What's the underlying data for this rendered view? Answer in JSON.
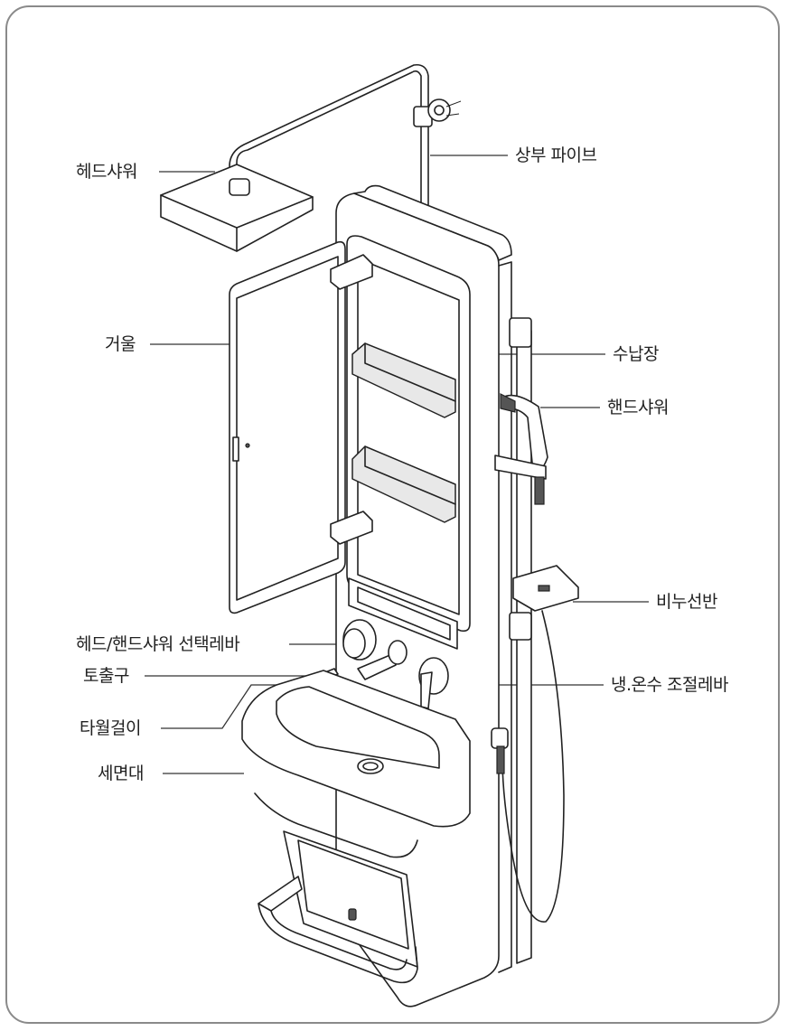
{
  "labels": {
    "head_shower": "헤드샤워",
    "upper_pipe": "상부 파이브",
    "mirror": "거울",
    "storage": "수납장",
    "hand_shower": "핸드샤워",
    "soap_dish": "비누선반",
    "selector_lever": "헤드/핸드샤워 선택레바",
    "spout": "토출구",
    "hot_cold_lever": "냉.온수 조절레바",
    "towel_bar": "타월걸이",
    "basin": "세면대"
  },
  "colors": {
    "line": "#222222",
    "frame": "#8a8a8a",
    "text": "#222222"
  }
}
